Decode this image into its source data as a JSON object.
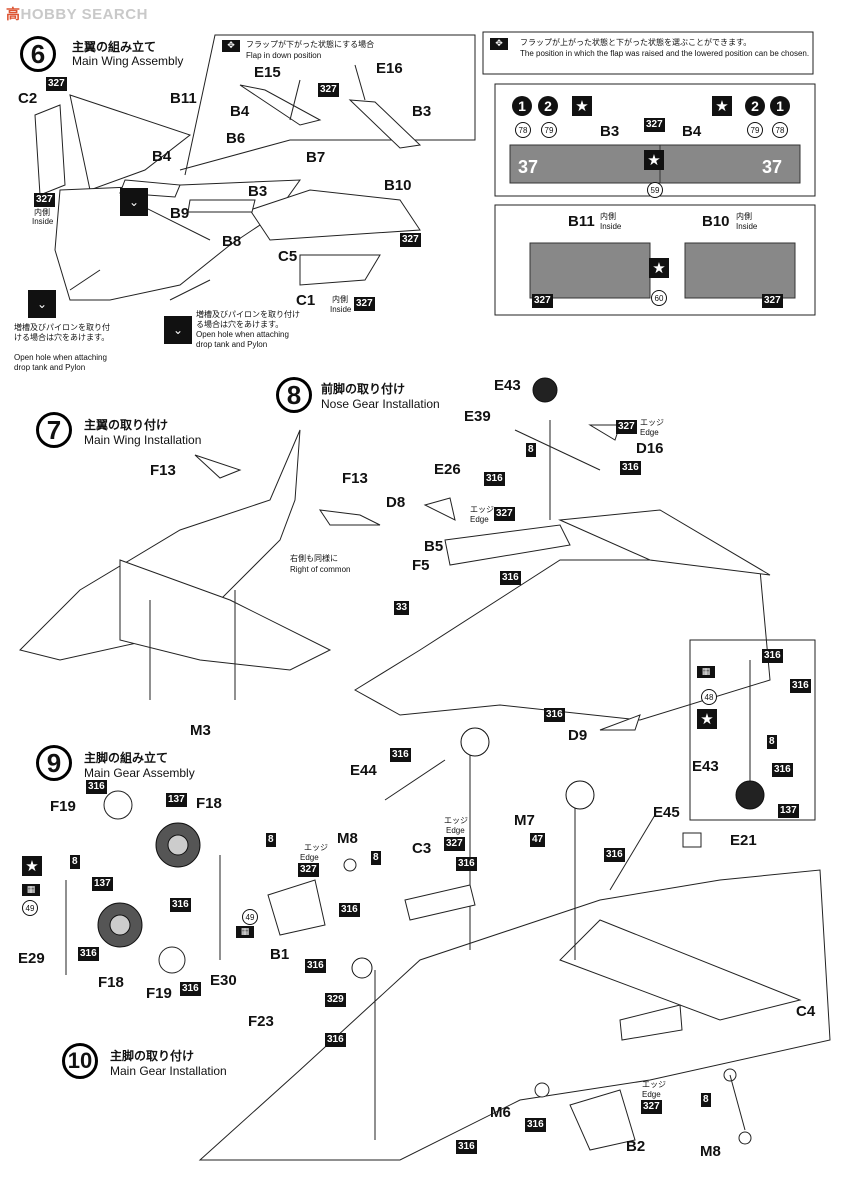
{
  "watermark": {
    "cn": "高",
    "text": "HOBBY SEARCH"
  },
  "steps": {
    "s6": {
      "num": "6",
      "jp": "主翼の組み立て",
      "en": "Main Wing Assembly"
    },
    "s7": {
      "num": "7",
      "jp": "主翼の取り付け",
      "en": "Main Wing Installation"
    },
    "s8": {
      "num": "8",
      "jp": "前脚の取り付け",
      "en": "Nose Gear Installation"
    },
    "s9": {
      "num": "9",
      "jp": "主脚の組み立て",
      "en": "Main Gear Assembly"
    },
    "s10": {
      "num": "10",
      "jp": "主脚の取り付け",
      "en": "Main Gear Installation"
    }
  },
  "flap_down_box": {
    "jp": "フラップが下がった状態にする場合",
    "en": "Flap in down position"
  },
  "flap_choice_box": {
    "jp": "フラップが上がった状態と下がった状態を選ぶことができます。",
    "en": "The position in which the flap was raised and the lowered position can be chosen."
  },
  "notes": {
    "inside_jp": "内側",
    "inside_en": "Inside",
    "edge_jp": "エッジ",
    "edge_en": "Edge",
    "common_jp": "右側も同様に",
    "common_en": "Right of common",
    "hole_jp_left": "増槽及びパイロンを取り付ける場合は穴をあけます。",
    "hole_en_left": "Open hole when attaching drop tank and Pylon",
    "hole_jp_mid": "増槽及びパイロンを取り付ける場合は穴をあけます。",
    "hole_en_mid": "Open hole when attaching drop tank and Pylon"
  },
  "parts": {
    "C2": "C2",
    "B11": "B11",
    "B4": "B4",
    "B9": "B9",
    "B3": "B3",
    "B8": "B8",
    "B10": "B10",
    "C5": "C5",
    "C1": "C1",
    "E15": "E15",
    "E16": "E16",
    "B6": "B6",
    "B7": "B7",
    "F13a": "F13",
    "F13b": "F13",
    "M3": "M3",
    "E43": "E43",
    "E39": "E39",
    "E26": "E26",
    "D16": "D16",
    "D8": "D8",
    "B5": "B5",
    "F5": "F5",
    "D9": "D9",
    "E43b": "E43",
    "F19a": "F19",
    "F18a": "F18",
    "E29": "E29",
    "F18b": "F18",
    "F19b": "F19",
    "E30": "E30",
    "B1": "B1",
    "E44": "E44",
    "M8a": "M8",
    "C3": "C3",
    "M7": "M7",
    "E45": "E45",
    "E21": "E21",
    "C4": "C4",
    "F23": "F23",
    "M6": "M6",
    "B2": "B2",
    "M8b": "M8",
    "B3r": "B3",
    "B4r": "B4",
    "B11r": "B11",
    "B10r": "B10"
  },
  "colors": {
    "c327": "327",
    "c316": "316",
    "c137": "137",
    "c8": "8",
    "c47": "47",
    "c33": "33",
    "c329": "329"
  },
  "decals": {
    "d78": "78",
    "d79": "79",
    "d59": "59",
    "d60": "60",
    "d48": "48",
    "d49": "49",
    "n37a": "37",
    "n37b": "37",
    "c1": "1",
    "c2": "2"
  }
}
